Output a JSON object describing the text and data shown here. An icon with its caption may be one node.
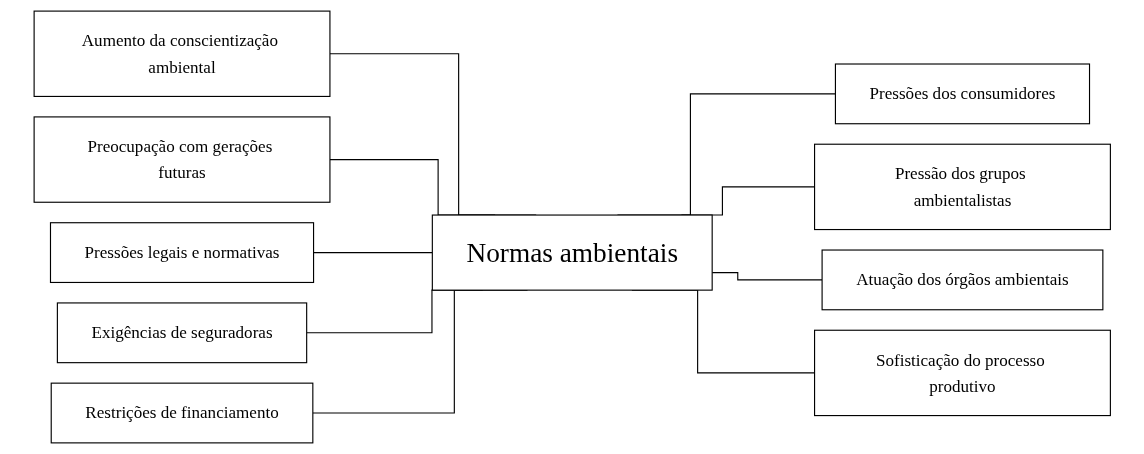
{
  "diagram": {
    "nodes": [
      {
        "text": [
          "Aumento da conscientização ambiental"
        ]
      },
      {
        "text": [
          "Preocupação com gerações futuras"
        ]
      },
      {
        "text": [
          "Pressões legais e normativas"
        ]
      },
      {
        "text": [
          "Exigências de seguradoras"
        ]
      },
      {
        "text": [
          "Restrições de financiamento"
        ]
      },
      {
        "text": [
          "Normas ambientais"
        ]
      },
      {
        "text": [
          "Pressões dos consumidores"
        ]
      },
      {
        "text": [
          "Pressão dos grupos ambientalistas"
        ]
      },
      {
        "text": [
          "Atuação dos órgãos ambientais"
        ]
      },
      {
        "text": [
          "Sofisticação do processo produtivo"
        ]
      }
    ],
    "edges": [
      {
        "from": 0,
        "to": 5,
        "arrow": "none"
      },
      {
        "from": 1,
        "to": 5,
        "arrow": "none"
      },
      {
        "from": 2,
        "to": 5,
        "arrow": "none"
      },
      {
        "from": 3,
        "to": 5,
        "arrow": "none"
      },
      {
        "from": 4,
        "to": 5,
        "arrow": "none"
      },
      {
        "from": 5,
        "to": 6,
        "arrow": "none"
      },
      {
        "from": 5,
        "to": 7,
        "arrow": "none"
      },
      {
        "from": 5,
        "to": 8,
        "arrow": "none"
      },
      {
        "from": 5,
        "to": 9,
        "arrow": "none"
      }
    ]
  }
}
